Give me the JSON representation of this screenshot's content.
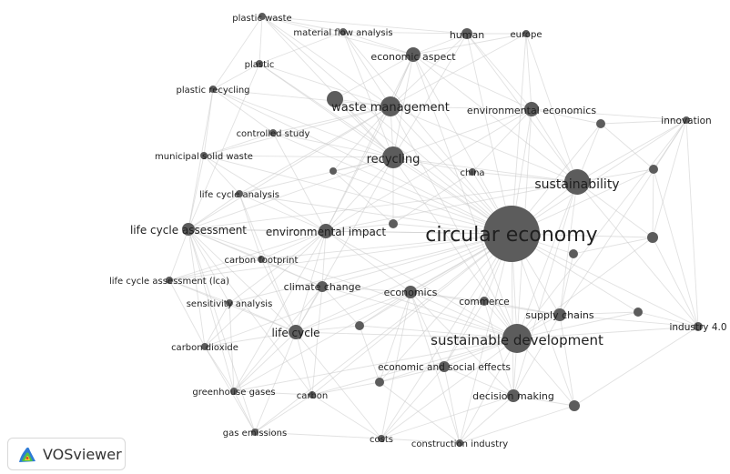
{
  "brand": {
    "name": "VOSviewer",
    "icon": "vosviewer-logo-icon"
  },
  "colors": {
    "node": "#5c5c5c",
    "edge": "#c9c9c9",
    "label": "#1f1f1f",
    "background": "#ffffff"
  },
  "network": {
    "nodes": [
      {
        "id": "ce",
        "label": "circular economy"
      },
      {
        "id": "sd",
        "label": "sustainable development"
      },
      {
        "id": "sus",
        "label": "sustainability"
      },
      {
        "id": "rec",
        "label": "recycling"
      },
      {
        "id": "wm",
        "label": "waste management"
      },
      {
        "id": "ea",
        "label": "economic aspect"
      },
      {
        "id": "ee",
        "label": "environmental economics"
      },
      {
        "id": "ei",
        "label": "environmental impact"
      },
      {
        "id": "lc",
        "label": "life cycle"
      },
      {
        "id": "lca",
        "label": "life cycle assessment"
      },
      {
        "id": "hum",
        "label": "human"
      },
      {
        "id": "eur",
        "label": "europe"
      },
      {
        "id": "pw",
        "label": "plastic waste"
      },
      {
        "id": "mfa",
        "label": "material flow analysis"
      },
      {
        "id": "pl",
        "label": "plastic"
      },
      {
        "id": "pr",
        "label": "plastic recycling"
      },
      {
        "id": "cs",
        "label": "controlled study"
      },
      {
        "id": "msw",
        "label": "municipal solid waste"
      },
      {
        "id": "lcan",
        "label": "life cycle analysis"
      },
      {
        "id": "cf",
        "label": "carbon footprint"
      },
      {
        "id": "lcal",
        "label": "life cycle assessment (lca)"
      },
      {
        "id": "sa",
        "label": "sensitivity analysis"
      },
      {
        "id": "cd",
        "label": "carbon dioxide"
      },
      {
        "id": "gg",
        "label": "greenhouse gases"
      },
      {
        "id": "carb",
        "label": "carbon"
      },
      {
        "id": "ge",
        "label": "gas emissions"
      },
      {
        "id": "cost",
        "label": "costs"
      },
      {
        "id": "ci",
        "label": "construction industry"
      },
      {
        "id": "dm",
        "label": "decision making"
      },
      {
        "id": "ese",
        "label": "economic and social effects"
      },
      {
        "id": "sc",
        "label": "supply chains"
      },
      {
        "id": "com",
        "label": "commerce"
      },
      {
        "id": "eco",
        "label": "economics"
      },
      {
        "id": "cc",
        "label": "climate change"
      },
      {
        "id": "chi",
        "label": "china"
      },
      {
        "id": "inn",
        "label": "innovation"
      },
      {
        "id": "i40",
        "label": "industry 4.0"
      },
      {
        "id": "n1",
        "label": ""
      },
      {
        "id": "n2",
        "label": ""
      },
      {
        "id": "n3",
        "label": ""
      },
      {
        "id": "n4",
        "label": ""
      },
      {
        "id": "n5",
        "label": ""
      },
      {
        "id": "n6",
        "label": ""
      },
      {
        "id": "n7",
        "label": ""
      },
      {
        "id": "n8",
        "label": ""
      },
      {
        "id": "n9",
        "label": ""
      },
      {
        "id": "n10",
        "label": ""
      },
      {
        "id": "n11",
        "label": ""
      }
    ]
  }
}
